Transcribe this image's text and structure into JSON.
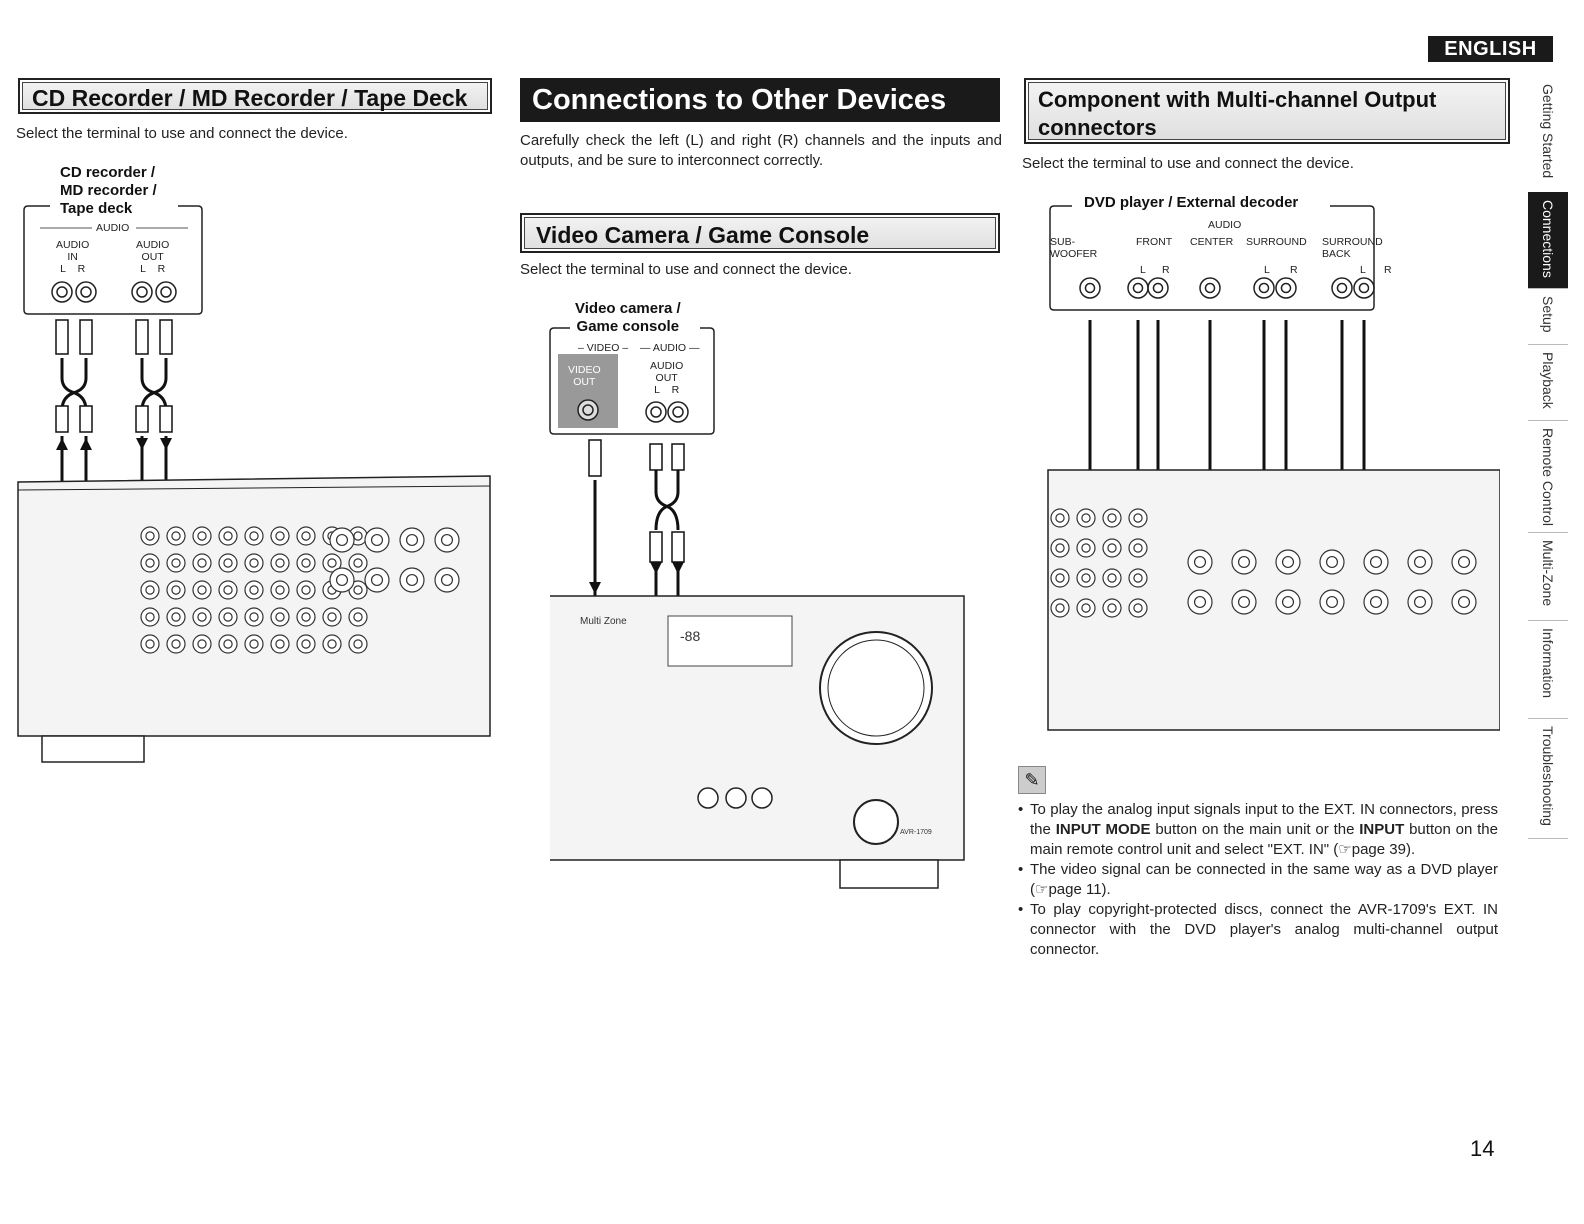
{
  "language": "ENGLISH",
  "side_tabs": [
    "Getting Started",
    "Connections",
    "Setup",
    "Playback",
    "Remote Control",
    "Multi-Zone",
    "Information",
    "Troubleshooting"
  ],
  "active_tab": "Connections",
  "left": {
    "title": "CD Recorder / MD Recorder / Tape Deck",
    "instruction": "Select the terminal to use and connect the device.",
    "device_label_1": "CD recorder /",
    "device_label_2": "MD recorder /",
    "device_label_3": "Tape deck",
    "audio_group": "AUDIO",
    "in_label_1": "AUDIO",
    "in_label_2": "IN",
    "out_label_1": "AUDIO",
    "out_label_2": "OUT",
    "l": "L",
    "r": "R"
  },
  "middle": {
    "title": "Connections to Other Devices",
    "intro": "Carefully check the left (L) and right (R) channels and the inputs and outputs, and be sure to interconnect correctly.",
    "subtitle": "Video Camera / Game Console",
    "instruction": "Select the terminal to use and connect the device.",
    "device_label_1": "Video camera /",
    "device_label_2": "Game console",
    "video_group": "VIDEO",
    "audio_group": "AUDIO",
    "video_out_1": "VIDEO",
    "video_out_2": "OUT",
    "audio_out_1": "AUDIO",
    "audio_out_2": "OUT",
    "l": "L",
    "r": "R",
    "front_zone": "Multi Zone",
    "display": "-88",
    "model": "AVR-1709"
  },
  "right": {
    "title_1": "Component with Multi-channel Output",
    "title_2": "connectors",
    "instruction": "Select the terminal to use and connect the device.",
    "device_label": "DVD player / External decoder",
    "audio_group": "AUDIO",
    "channels": [
      {
        "label_1": "SUB-",
        "label_2": "WOOFER"
      },
      {
        "label_1": "FRONT",
        "label_2": ""
      },
      {
        "label_1": "CENTER",
        "label_2": ""
      },
      {
        "label_1": "SURROUND",
        "label_2": ""
      },
      {
        "label_1": "SURROUND",
        "label_2": "BACK"
      }
    ],
    "l": "L",
    "r": "R",
    "notes": [
      {
        "pre": "To play the analog input signals input to the EXT. IN connectors, press the ",
        "b1": "INPUT MODE",
        "mid": " button on the main unit or the ",
        "b2": "INPUT",
        "post": " button on the main remote control unit and select \"EXT. IN\" (☞page 39)."
      },
      {
        "text": "The video signal can be connected in the same way as a DVD player (☞page 11)."
      },
      {
        "text": "To play copyright-protected discs, connect the AVR-1709's EXT. IN connector with the DVD player's analog multi-channel output connector."
      }
    ]
  },
  "page_number": "14"
}
